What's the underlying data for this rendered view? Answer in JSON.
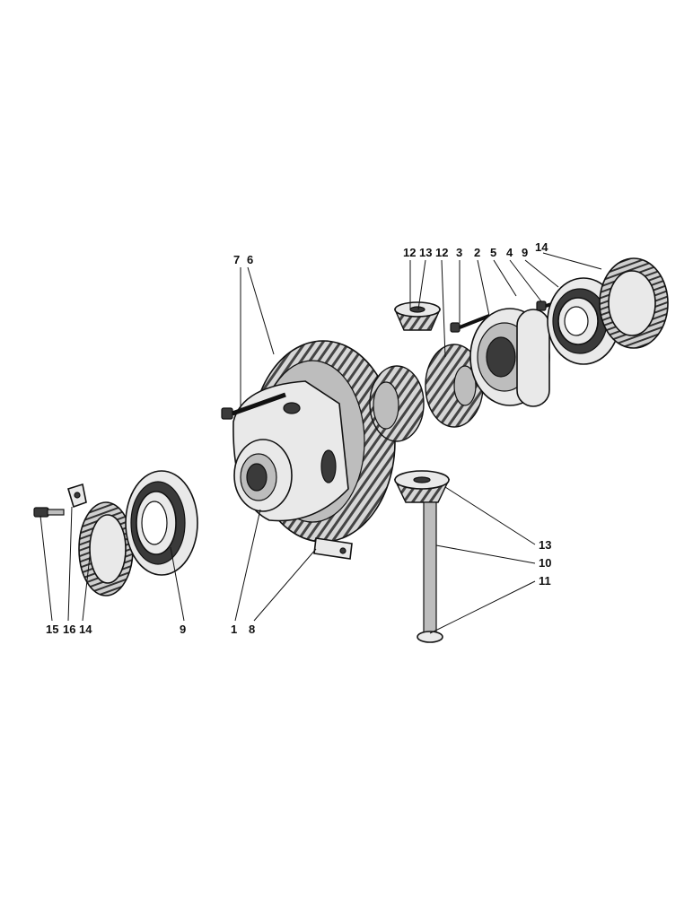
{
  "callouts": {
    "c7": "7",
    "c6": "6",
    "c12a": "12",
    "c13a": "13",
    "c12b": "12",
    "c3": "3",
    "c2": "2",
    "c5": "5",
    "c4": "4",
    "c9a": "9",
    "c14a": "14",
    "c13b": "13",
    "c10": "10",
    "c11": "11",
    "c15": "15",
    "c16": "16",
    "c14b": "14",
    "c9b": "9",
    "c1": "1",
    "c8": "8"
  },
  "parts": [
    "side-cover-screw-15",
    "lock-plate-16",
    "bearing-adjuster-ring-14",
    "ball-bearing-9",
    "differential-case-1",
    "crown-wheel-6",
    "crown-wheel-bolt-7",
    "lock-plate-8",
    "differential-side-gear-12",
    "differential-pinion-13",
    "case-cover-2",
    "cover-bolt-3",
    "thrust-washer-5",
    "case-bolt-4",
    "pinion-shaft-10",
    "shaft-pin-11"
  ]
}
